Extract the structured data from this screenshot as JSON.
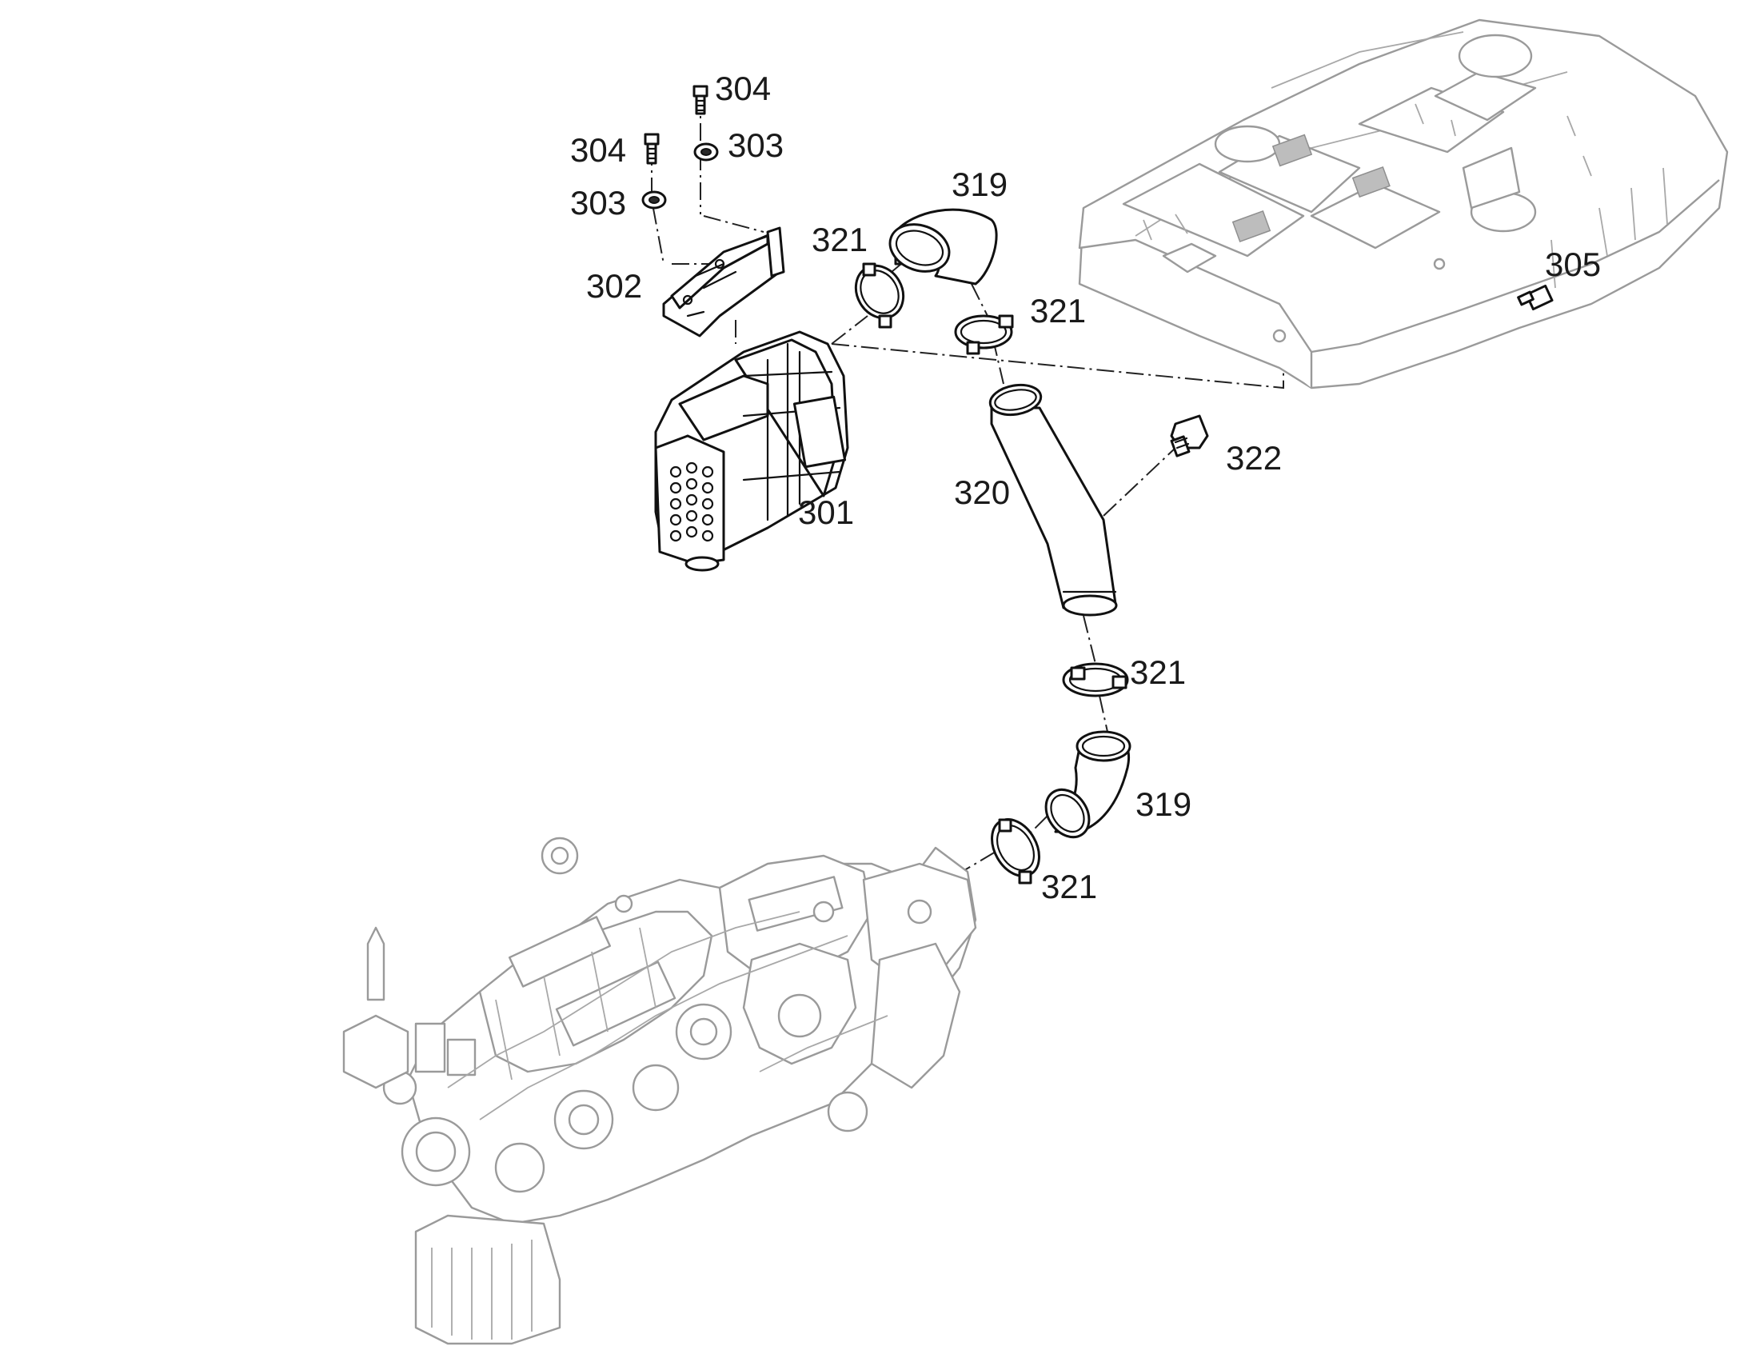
{
  "callouts": {
    "p301": "301",
    "p302": "302",
    "p303a": "303",
    "p303b": "303",
    "p304a": "304",
    "p304b": "304",
    "p305": "305",
    "p319a": "319",
    "p319b": "319",
    "p320": "320",
    "p321a": "321",
    "p321b": "321",
    "p321c": "321",
    "p321d": "321",
    "p322": "322"
  },
  "colors": {
    "part_line": "#111111",
    "context_line": "#9a9a9a",
    "background": "#ffffff"
  }
}
